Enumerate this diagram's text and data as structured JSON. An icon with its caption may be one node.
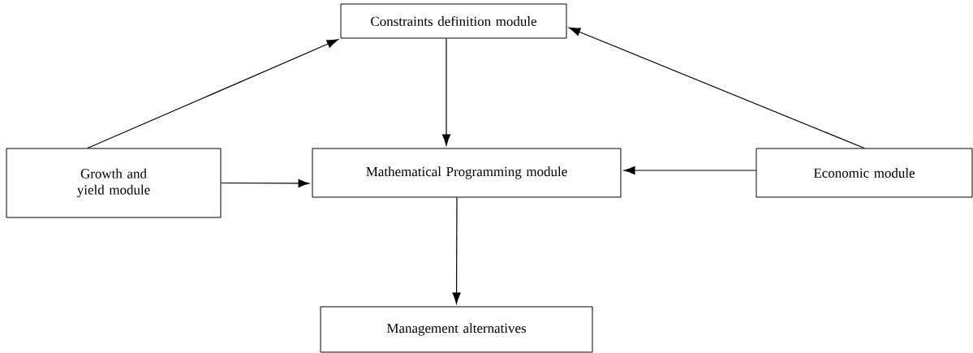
{
  "diagram": {
    "nodes": [
      {
        "text": [
          "Constraints definition module"
        ]
      },
      {
        "text": [
          "Growth and yield module"
        ]
      },
      {
        "text": [
          "Mathematical Programming module"
        ]
      },
      {
        "text": [
          "Economic module"
        ]
      },
      {
        "text": [
          "Management alternatives"
        ]
      }
    ],
    "edges": [
      {
        "from": 1,
        "to": 0,
        "arrow": "to"
      },
      {
        "from": 3,
        "to": 0,
        "arrow": "to"
      },
      {
        "from": 0,
        "to": 2,
        "arrow": "to"
      },
      {
        "from": 1,
        "to": 2,
        "arrow": "to"
      },
      {
        "from": 3,
        "to": 2,
        "arrow": "to"
      },
      {
        "from": 2,
        "to": 4,
        "arrow": "to"
      }
    ]
  }
}
